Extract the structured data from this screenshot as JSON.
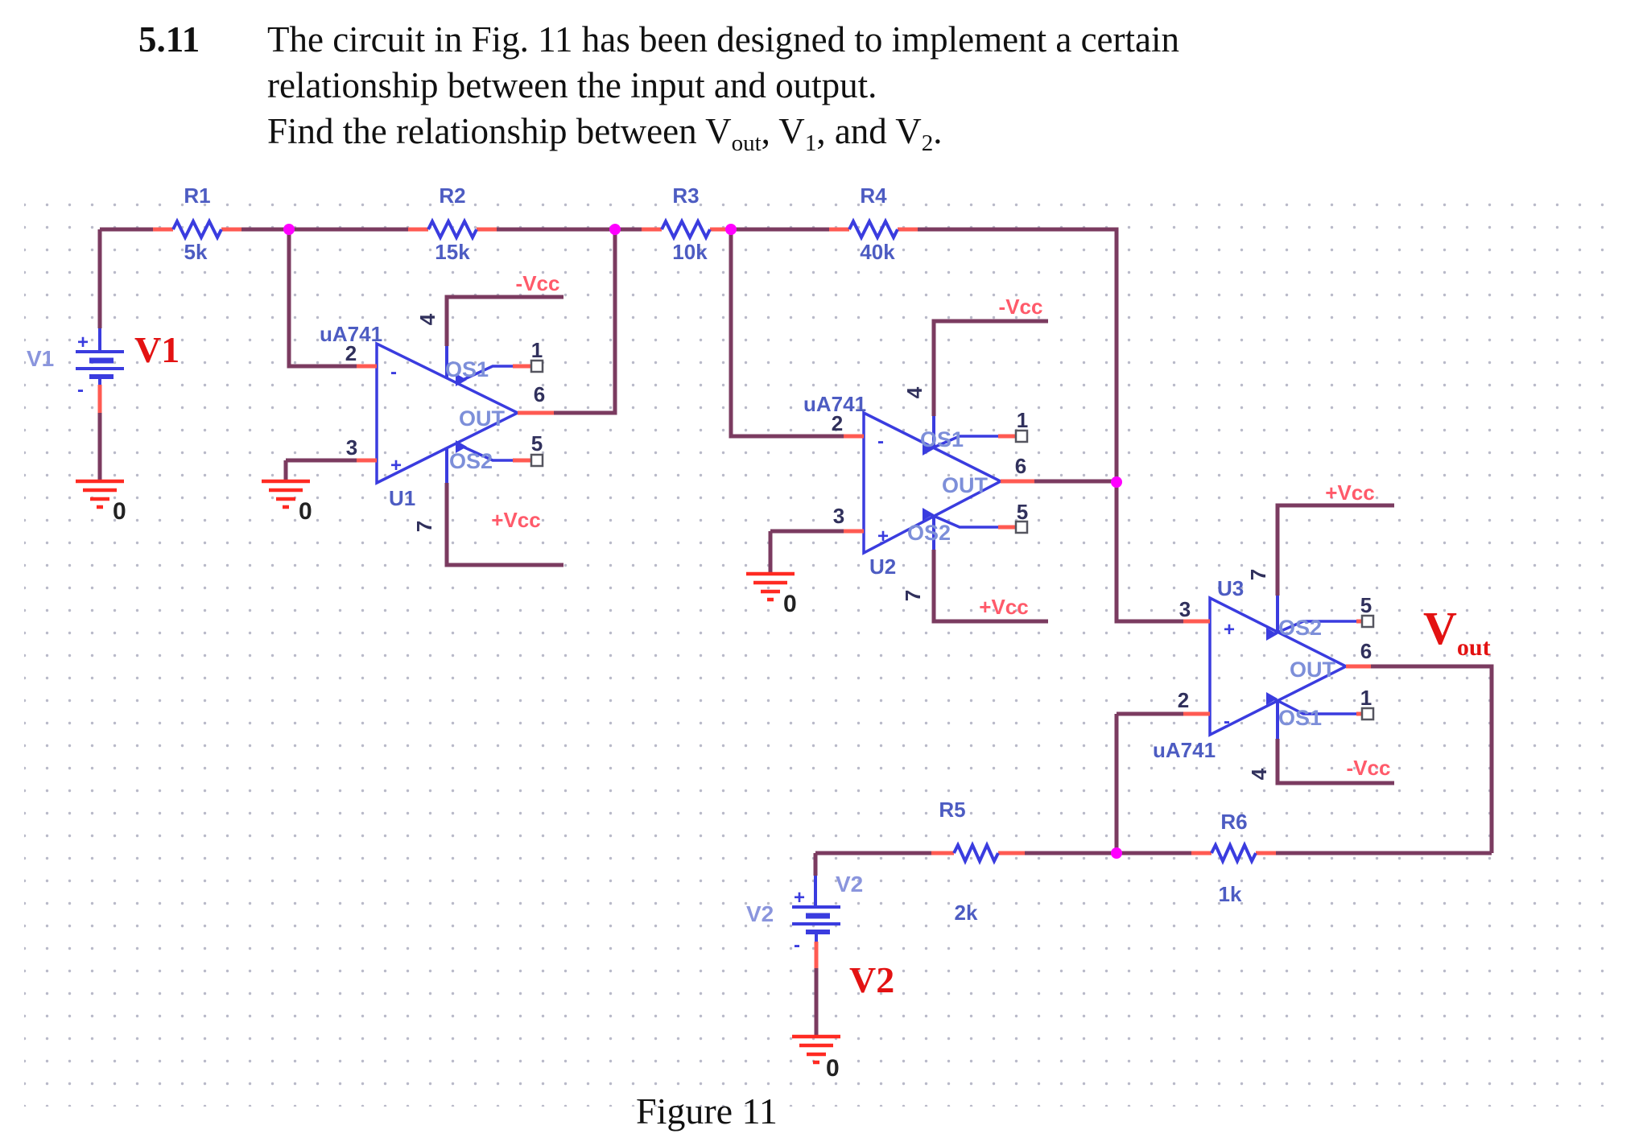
{
  "problem": {
    "number": "5.11",
    "line1": "The circuit in Fig. 11 has been designed to implement a certain",
    "line2": "relationship between the input and output.",
    "line3_prefix": "Find the relationship between V",
    "line3_sub1": "out",
    "line3_mid1": ", V",
    "line3_sub2": "1",
    "line3_mid2": ", and V",
    "line3_sub3": "2",
    "line3_end": "."
  },
  "figure_caption": "Figure 11",
  "colors": {
    "wire": "#7b3b60",
    "pin_stub_red": "#ff5a52",
    "symbol_blue": "#3a3cdf",
    "label_blue": "#4d5cc2",
    "os_label_blue": "#7d8fd9",
    "source_name_blue": "#8a95dd",
    "pin_number": "#30305c",
    "vcc_label": "#ff5a6a",
    "ground_red": "#ff2a22",
    "red_label": "#e31212",
    "junction": "#ff00ff",
    "grid_dot": "#b9bac9"
  },
  "resistors": [
    {
      "name": "R1",
      "value": "5k"
    },
    {
      "name": "R2",
      "value": "15k"
    },
    {
      "name": "R3",
      "value": "10k"
    },
    {
      "name": "R4",
      "value": "40k"
    },
    {
      "name": "R5",
      "value": "2k"
    },
    {
      "name": "R6",
      "value": "1k"
    }
  ],
  "sources": [
    {
      "name": "V1",
      "red_label": "V1",
      "ground": "0",
      "plus": "+",
      "minus": "-"
    },
    {
      "name": "V2",
      "name2": "V2",
      "red_label": "V2",
      "ground": "0",
      "plus": "+",
      "minus": "-"
    }
  ],
  "opamps": [
    {
      "ref": "U1",
      "chip": "uA741",
      "pin_inv": "2",
      "pin_noninv": "3",
      "pin_vtop": "4",
      "pin_vbottom": "7",
      "pin_os1": "1",
      "pin_out": "6",
      "pin_os2": "5",
      "os1": "OS1",
      "out": "OUT",
      "os2": "OS2",
      "vcc_top": "-Vcc",
      "vcc_bottom": "+Vcc",
      "minus": "-",
      "plus": "+",
      "ground": "0"
    },
    {
      "ref": "U2",
      "chip": "uA741",
      "pin_inv": "2",
      "pin_noninv": "3",
      "pin_vtop": "4",
      "pin_vbottom": "7",
      "pin_os1": "1",
      "pin_out": "6",
      "pin_os2": "5",
      "os1": "OS1",
      "out": "OUT",
      "os2": "OS2",
      "vcc_top": "-Vcc",
      "vcc_bottom": "+Vcc",
      "minus": "-",
      "plus": "+",
      "ground": "0"
    },
    {
      "ref": "U3",
      "chip": "uA741",
      "pin_inv": "2",
      "pin_noninv": "3",
      "pin_vtop": "7",
      "pin_vbottom": "4",
      "pin_os1": "1",
      "pin_out": "6",
      "pin_os2": "5",
      "os1": "OS1",
      "out": "OUT",
      "os2": "OS2",
      "vcc_top": "+Vcc",
      "vcc_bottom": "-Vcc",
      "minus": "-",
      "plus": "+"
    }
  ],
  "output": {
    "symbol": "V",
    "subscript": "out"
  }
}
